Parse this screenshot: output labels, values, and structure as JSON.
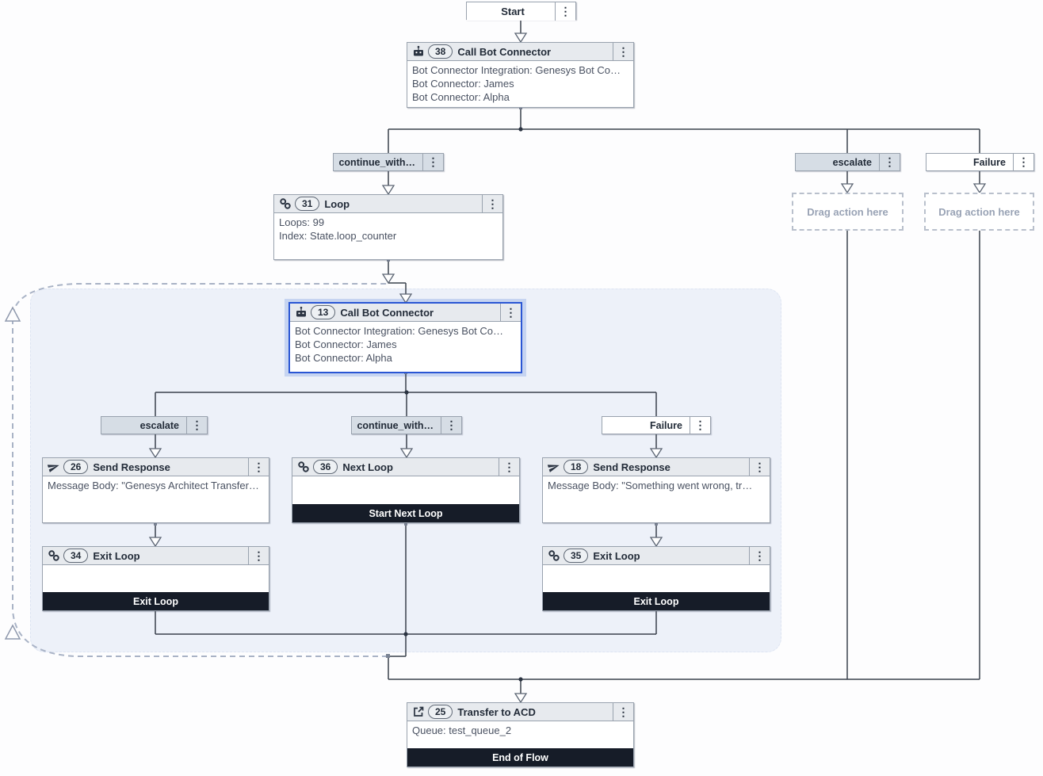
{
  "icons": {
    "kebab": "⋮"
  },
  "colors": {
    "selection_border": "#2a56d4",
    "selection_halo": "#c6d4f1",
    "node_header_bg": "#e7eaee",
    "branch_label_bg": "#d6dde5",
    "footer_bar_bg": "#161c28",
    "loop_container_bg": "#edf1f9",
    "connector": "#3a414c",
    "loopback_dashed": "#a9b3c6"
  },
  "nodes": {
    "start": {
      "title": "Start"
    },
    "cbc38": {
      "badge": "38",
      "title": "Call Bot Connector",
      "lines": [
        "Bot Connector Integration: Genesys Bot Co…",
        "Bot Connector: James",
        "Bot Connector: Alpha"
      ]
    },
    "loop31": {
      "badge": "31",
      "title": "Loop",
      "lines": [
        "Loops: 99",
        "Index: State.loop_counter"
      ]
    },
    "cbc13": {
      "badge": "13",
      "title": "Call Bot Connector",
      "lines": [
        "Bot Connector Integration: Genesys Bot Co…",
        "Bot Connector: James",
        "Bot Connector: Alpha"
      ]
    },
    "sr26": {
      "badge": "26",
      "title": "Send Response",
      "lines": [
        "Message Body: \"Genesys Architect Transfer…"
      ]
    },
    "nl36": {
      "badge": "36",
      "title": "Next Loop",
      "footer": "Start Next Loop"
    },
    "sr18": {
      "badge": "18",
      "title": "Send Response",
      "lines": [
        "Message Body: \"Something went wrong, tr…"
      ]
    },
    "el34": {
      "badge": "34",
      "title": "Exit Loop",
      "footer": "Exit Loop"
    },
    "el35": {
      "badge": "35",
      "title": "Exit Loop",
      "footer": "Exit Loop"
    },
    "t25": {
      "badge": "25",
      "title": "Transfer to ACD",
      "lines": [
        "Queue: test_queue_2"
      ],
      "footer": "End of Flow"
    }
  },
  "branches": {
    "continue_top": "continue_with…",
    "escalate_top": "escalate",
    "failure_top": "Failure",
    "escalate_in": "escalate",
    "continue_in": "continue_with…",
    "failure_in": "Failure"
  },
  "placeholders": {
    "drag_escalate": "Drag action here",
    "drag_failure": "Drag action here"
  }
}
